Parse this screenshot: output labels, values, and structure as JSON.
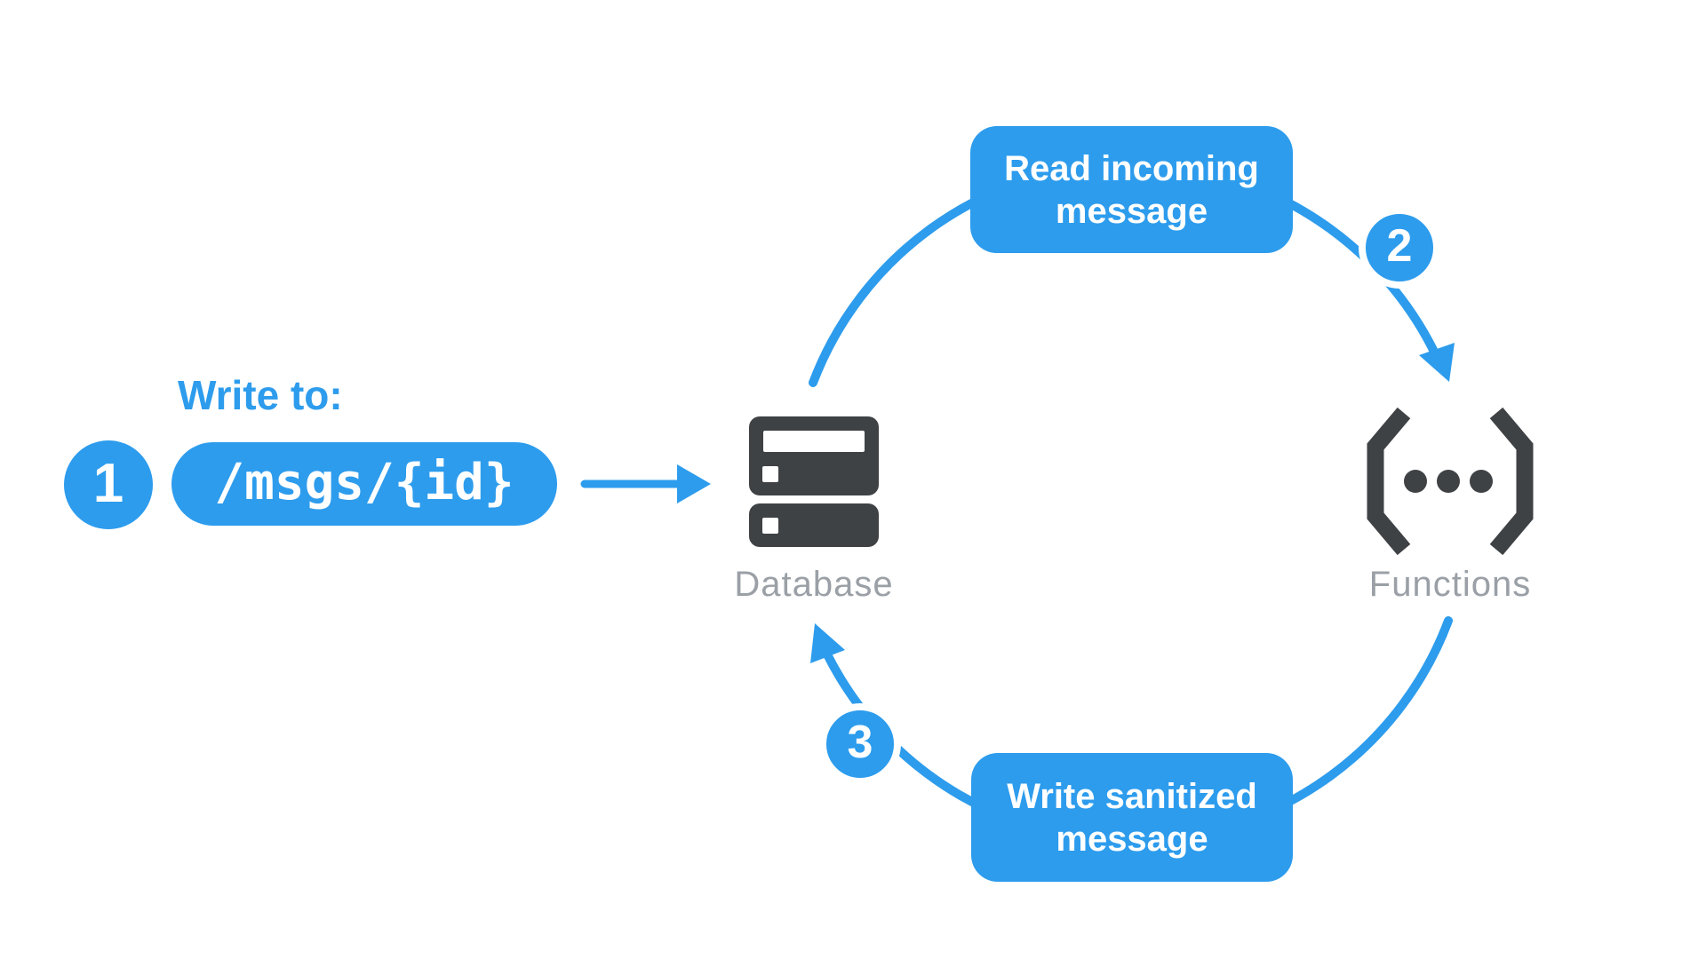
{
  "diagram": {
    "write_to_label": "Write to:",
    "database_path": "/msgs/{id}",
    "steps": {
      "one": "1",
      "two": "2",
      "three": "3"
    },
    "actions": {
      "read": "Read incoming message",
      "write": "Write sanitized message"
    },
    "nodes": {
      "database": "Database",
      "functions": "Functions"
    }
  },
  "colors": {
    "accent_blue": "#2d9ced",
    "icon_dark": "#3f4245",
    "label_gray": "#9aa0a6",
    "text_white": "#ffffff",
    "background": "#ffffff"
  }
}
